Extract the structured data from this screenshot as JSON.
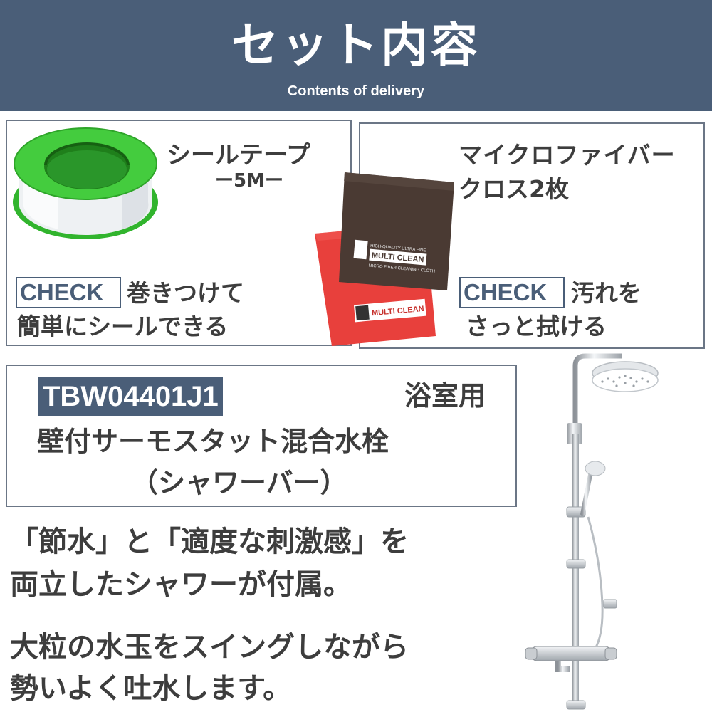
{
  "header": {
    "title": "セット内容",
    "subtitle": "Contents of delivery"
  },
  "tape_box": {
    "title": "シールテープ",
    "length": "ー5Mー",
    "check": "CHECK",
    "desc_line1": "巻きつけて",
    "desc_line2": "簡単にシールできる"
  },
  "cloth_box": {
    "title_line1": "マイクロファイバー",
    "title_line2": "クロス2枚",
    "check": "CHECK",
    "desc_line1": "汚れを",
    "desc_line2": "さっと拭ける",
    "cloth_brand": "MULTI CLEAN",
    "cloth_top_text": "HIGH-QUALITY ULTRA FINE",
    "cloth_bottom_text": "MICRO FIBER CLEANING CLOTH"
  },
  "product_box": {
    "model": "TBW04401J1",
    "usage": "浴室用",
    "name": "壁付サーモスタット混合水栓",
    "type": "（シャワーバー）"
  },
  "features": {
    "line1": "「節水」と「適度な刺激感」を",
    "line2": "両立したシャワーが付属。",
    "line3": "大粒の水玉をスイングしながら",
    "line4": "勢いよく吐水します。"
  },
  "colors": {
    "header_bg": "#4a5e78",
    "border": "#6b7686",
    "text": "#3d3d3d",
    "tape_green": "#3fc73a",
    "cloth_brown": "#4a3a33",
    "cloth_red": "#e8403c"
  }
}
